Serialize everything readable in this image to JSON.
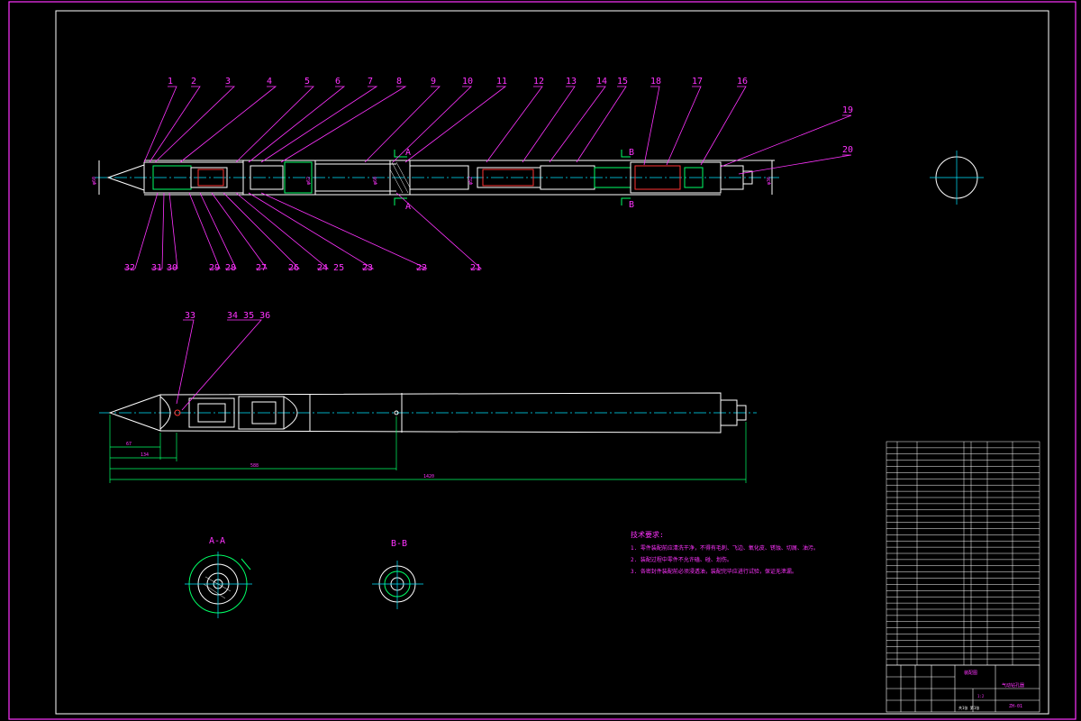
{
  "balloons_top": [
    "1",
    "2",
    "3",
    "4",
    "5",
    "6",
    "7",
    "8",
    "9",
    "10",
    "11",
    "12",
    "13",
    "14",
    "15",
    "18",
    "17",
    "16"
  ],
  "balloons_right": [
    "19",
    "20"
  ],
  "balloons_bottom": [
    "32",
    "31",
    "30",
    "29",
    "28",
    "27",
    "26",
    "24 25",
    "23",
    "22",
    "21"
  ],
  "balloons_view2": [
    "33",
    "34 35 36"
  ],
  "section_labels": {
    "a": "A",
    "b": "B",
    "aa": "A-A",
    "bb": "B-B"
  },
  "dims_main": {
    "left_dia": "φ60",
    "d1": "φ62",
    "d2": "φ60",
    "d3": "φ52",
    "right_dia": "φ36"
  },
  "dims_view2": {
    "d1": "67",
    "d2": "134",
    "d3": "588",
    "total": "1420"
  },
  "tech_requirements": {
    "title": "技术要求:",
    "items": [
      "1. 零件装配前应清洗干净，不得有毛刺、飞边、氧化皮、锈蚀、切屑、油污。",
      "2. 装配过程中零件不允许磕、碰、划伤。",
      "3. 各密封件装配前必须浸透油，装配完毕应进行试验，保证无泄漏。"
    ]
  },
  "title_block": {
    "title": "气动钻孔器",
    "material": "装配图",
    "drawing_no": "ZH-01",
    "scale": "1:2",
    "sheet": "共1张 第1张"
  }
}
